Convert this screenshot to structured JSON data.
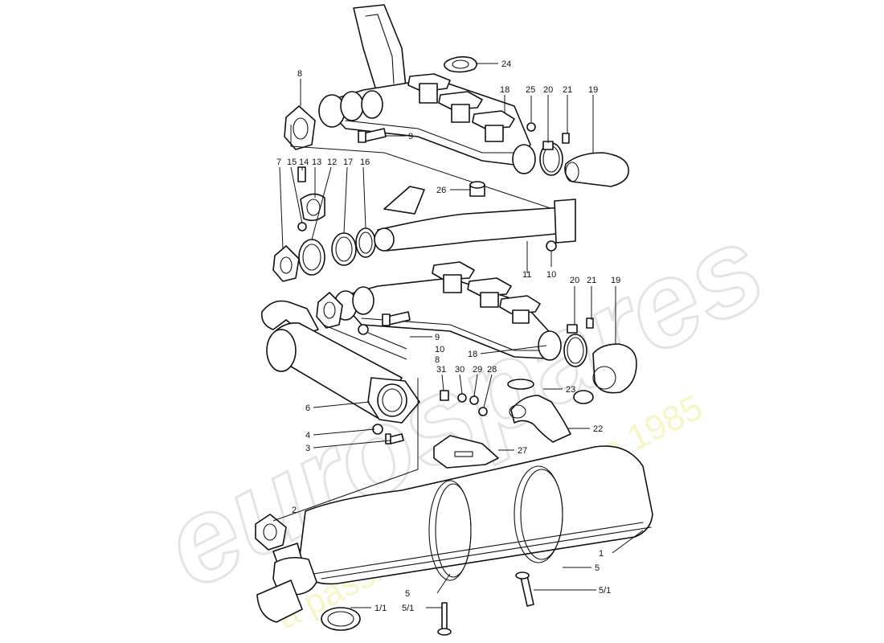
{
  "watermark": {
    "brand": "eurospares",
    "tagline": "a passion for parts since 1985"
  },
  "callouts": [
    {
      "id": "c24",
      "label": "24"
    },
    {
      "id": "c8a",
      "label": "8"
    },
    {
      "id": "c25",
      "label": "25"
    },
    {
      "id": "c20a",
      "label": "20"
    },
    {
      "id": "c21a",
      "label": "21"
    },
    {
      "id": "c19a",
      "label": "19"
    },
    {
      "id": "c18a",
      "label": "18"
    },
    {
      "id": "c9a",
      "label": "9"
    },
    {
      "id": "c7",
      "label": "7"
    },
    {
      "id": "c15",
      "label": "15"
    },
    {
      "id": "c14",
      "label": "14"
    },
    {
      "id": "c13",
      "label": "13"
    },
    {
      "id": "c12",
      "label": "12"
    },
    {
      "id": "c17",
      "label": "17"
    },
    {
      "id": "c16",
      "label": "16"
    },
    {
      "id": "c26",
      "label": "26"
    },
    {
      "id": "c11",
      "label": "11"
    },
    {
      "id": "c10a",
      "label": "10"
    },
    {
      "id": "c20b",
      "label": "20"
    },
    {
      "id": "c21b",
      "label": "21"
    },
    {
      "id": "c19b",
      "label": "19"
    },
    {
      "id": "c9b",
      "label": "9"
    },
    {
      "id": "c10b",
      "label": "10"
    },
    {
      "id": "c8b",
      "label": "8"
    },
    {
      "id": "c18b",
      "label": "18"
    },
    {
      "id": "c31",
      "label": "31"
    },
    {
      "id": "c30",
      "label": "30"
    },
    {
      "id": "c29",
      "label": "29"
    },
    {
      "id": "c28",
      "label": "28"
    },
    {
      "id": "c23",
      "label": "23"
    },
    {
      "id": "c6",
      "label": "6"
    },
    {
      "id": "c22",
      "label": "22"
    },
    {
      "id": "c4",
      "label": "4"
    },
    {
      "id": "c3",
      "label": "3"
    },
    {
      "id": "c27",
      "label": "27"
    },
    {
      "id": "c2",
      "label": "2"
    },
    {
      "id": "c1",
      "label": "1"
    },
    {
      "id": "c5a",
      "label": "5"
    },
    {
      "id": "c5b",
      "label": "5"
    },
    {
      "id": "c51a",
      "label": "5/1"
    },
    {
      "id": "c11b",
      "label": "1/1"
    },
    {
      "id": "c51b",
      "label": "5/1"
    }
  ]
}
